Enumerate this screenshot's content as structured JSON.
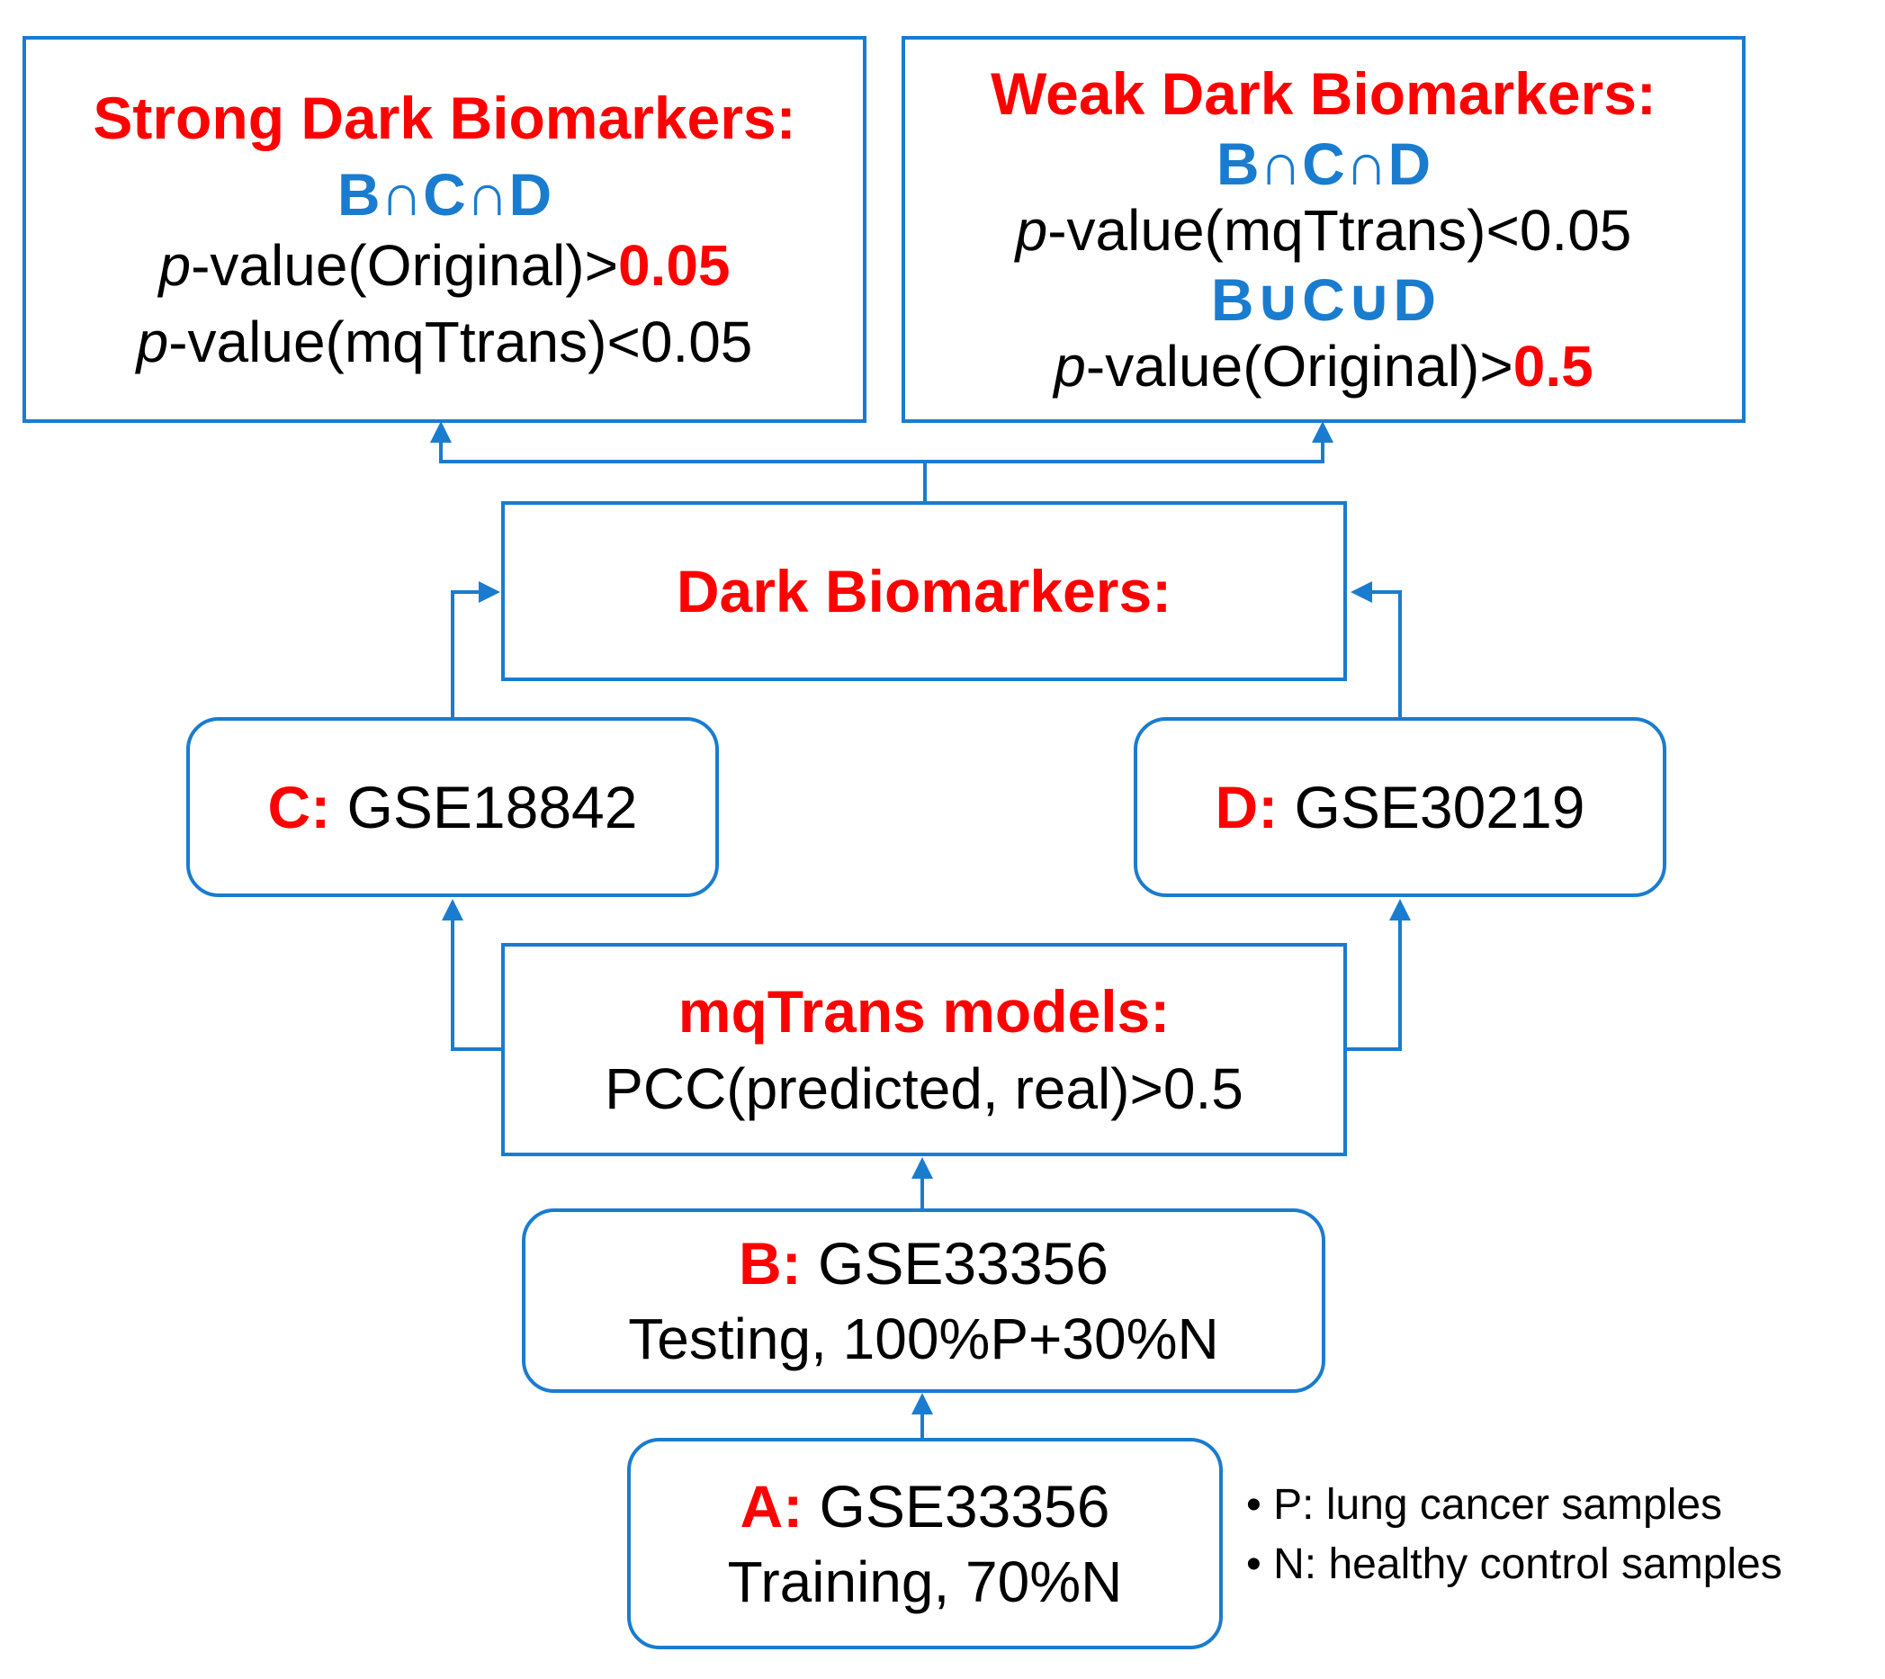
{
  "colors": {
    "accent_blue": "#1a7ccf",
    "highlight_red": "#ff0000",
    "text": "#000000"
  },
  "strong": {
    "title": "Strong Dark Biomarkers:",
    "set": "B∩C∩D",
    "line1_italic": "p",
    "line1_text": "-value(Original)>",
    "line1_threshold": "0.05",
    "line2_italic": "p",
    "line2_text": "-value(mqTtrans)<0.05"
  },
  "weak": {
    "title": "Weak Dark Biomarkers:",
    "set1": "B∩C∩D",
    "line1_italic": "p",
    "line1_text": "-value(mqTtrans)<0.05",
    "set2": "B∪C∪D",
    "line2_italic": "p",
    "line2_text": "-value(Original)>",
    "line2_threshold": "0.5"
  },
  "dark": {
    "title": "Dark Biomarkers:"
  },
  "c_box": {
    "label": "C:",
    "dataset": "GSE18842"
  },
  "d_box": {
    "label": "D:",
    "dataset": "GSE30219"
  },
  "models": {
    "title": "mqTrans models:",
    "criterion": "PCC(predicted, real)>0.5"
  },
  "b_box": {
    "label": "B:",
    "dataset": "GSE33356",
    "detail": "Testing, 100%P+30%N"
  },
  "a_box": {
    "label": "A:",
    "dataset": "GSE33356",
    "detail": "Training, 70%N"
  },
  "legend": [
    "• P: lung cancer samples",
    "• N: healthy control samples"
  ]
}
